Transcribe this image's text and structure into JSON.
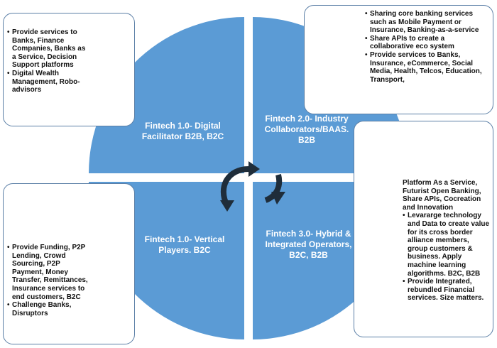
{
  "quadrants": {
    "top_left": "Fintech 1.0- Digital Facilitator B2B, B2C",
    "top_right": "Fintech 2.0- Industry Collaborators/BAAS. B2B",
    "bottom_left": "Fintech 1.0- Vertical Players. B2C",
    "bottom_right": "Fintech 3.0- Hybrid & Integrated Operators, B2C, B2B"
  },
  "boxes": {
    "top_left": [
      "Provide services to Banks, Finance Companies, Banks as a Service, Decision Support platforms",
      "Digital Wealth Management, Robo-advisors"
    ],
    "top_right": [
      "Sharing core banking services such as Mobile Payment or Insurance, Banking-as-a-service",
      "Share APIs to create a collaborative eco system",
      "Provide services to Banks, Insurance, eCommerce, Social Media, Health, Telcos, Education, Transport,"
    ],
    "bottom_left": [
      "Provide Funding, P2P Lending, Crowd Sourcing, P2P Payment, Money Transfer, Remittances, Insurance services to end customers, B2C",
      "Challenge Banks, Disruptors"
    ],
    "bottom_right_intro": "Platform As a Service, Futurist Open Banking, Share APIs, Cocreation and Innovation",
    "bottom_right": [
      "Levararge technology and Data to create value for its cross border alliance members, group customers & business. Apply machine learning algorithms. B2C, B2B",
      "Provide Integrated, rebundled Financial services. Size matters."
    ]
  },
  "colors": {
    "quadrant_fill": "#5b9bd5",
    "box_border": "#5b7fa6",
    "arrow": "#1f2d3a"
  }
}
